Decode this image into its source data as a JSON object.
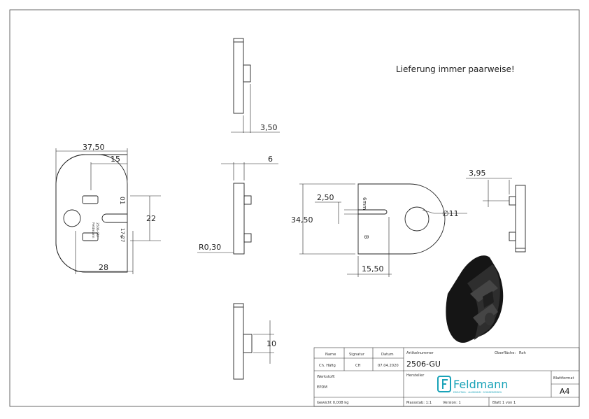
{
  "note": "Lieferung immer paarweise!",
  "dimensions": {
    "top_width": "37,50",
    "top_slot": "15",
    "right_height": "22",
    "bottom_width": "28",
    "side_top_thickness": "3,50",
    "side_mid_width": "6",
    "radius": "R0,30",
    "front_height": "34,50",
    "slot_width": "2,50",
    "slot_depth": "15,50",
    "hole_diameter": "∅11",
    "right_thickness": "3,95",
    "bottom_height": "10"
  },
  "part_markings": {
    "brand": "Feldmann",
    "article": "2506-GU",
    "size_top": "01",
    "size_bottom": "17-27",
    "size_unit_left": "6",
    "front_mm": "6mm",
    "front_code": "B"
  },
  "title_block": {
    "name_label": "Name",
    "signature_label": "Signatur",
    "date_label": "Datum",
    "name_value": "Ch. Häfig",
    "signature_value": "CH",
    "date_value": "07.04.2020",
    "article_label": "Artikelnummer",
    "surface_label": "Oberfläche:",
    "surface_value": "Roh",
    "article_value": "2506-GU",
    "material_label": "Werkstoff:",
    "material_value": "EPDM",
    "manufacturer_label": "Hersteller",
    "logo_text": "Feldmann",
    "logo_tagline": "EDELSTAHL · ALUMINIUM · SCHMIEDEEISEN",
    "format_label": "Blattformat",
    "format_value": "A4",
    "weight": "Gewicht 0,008 kg",
    "scale": "Massstab: 1:1",
    "version": "Version: 1",
    "sheet": "Blatt 1 von 1"
  },
  "colors": {
    "line": "#222222",
    "part_fill": "#1a1a1a",
    "part_highlight": "#3a3a3a",
    "logo": "#1aa3b8"
  }
}
